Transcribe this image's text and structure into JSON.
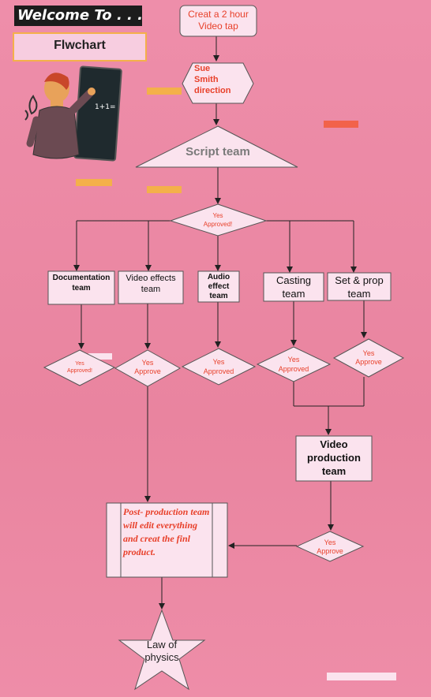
{
  "header": {
    "welcome": "Welcome To . . .",
    "subtitle": "Flwchart"
  },
  "nodes": {
    "start": "Creat a 2 hour\nVideo tap",
    "director": "Sue\nSmith\ndirection",
    "script": "Script team",
    "decision_main": "Yes\nApproved!",
    "documentation": "Documentation\nteam",
    "video_effects": "Video effects\nteam",
    "audio_effect": "Audio\neffect\nteam",
    "casting": "Casting\nteam",
    "set_prop": "Set & prop\nteam",
    "approve_doc": "Yes\nApproved!",
    "approve_video": "Yes\nApprove",
    "approve_audio": "Yes\nApproved",
    "approve_casting": "Yes\nApproved",
    "approve_set": "Yes\nApprove",
    "video_production": "Video\nproduction\nteam",
    "approve_final": "Yes\nApprove",
    "post_production": "Post- production team will edit everything and creat the finl product.",
    "end": "Law of\nphysics"
  },
  "colors": {
    "background": "#ec8aa4",
    "box_fill": "#fbe3ee",
    "accent_orange": "#f4b04a",
    "accent_red": "#f2624a",
    "post_text": "#e8402a",
    "shape_label": "#e8402a"
  }
}
